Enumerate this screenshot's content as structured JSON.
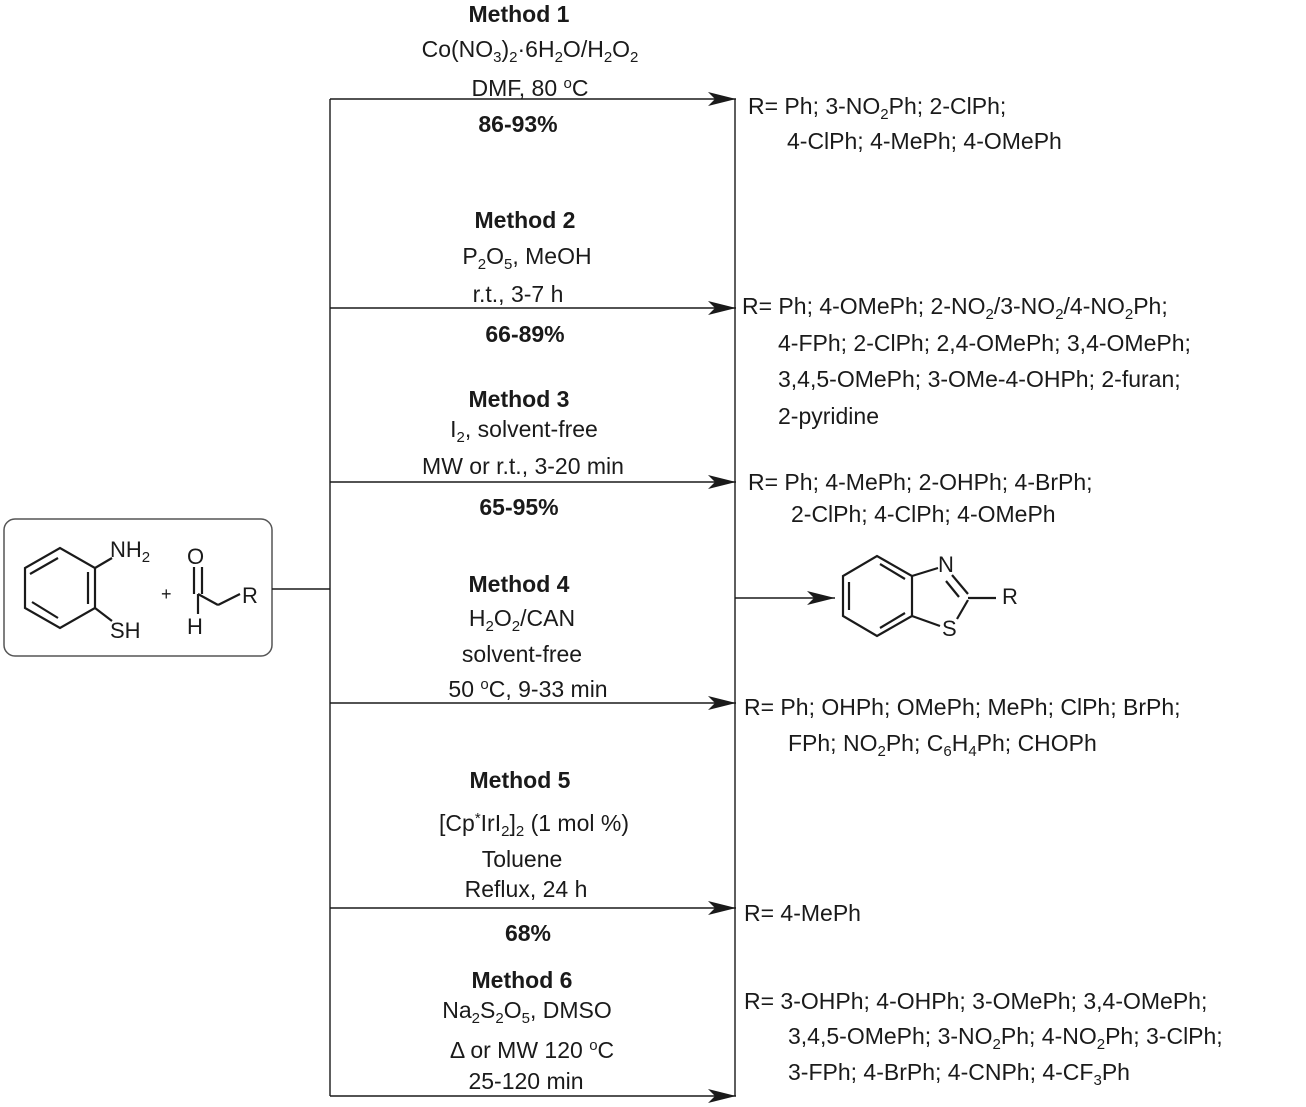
{
  "reactants": {
    "plus": "+",
    "amine_label": [
      "NH",
      "2"
    ],
    "thiol_label": "SH",
    "aldehyde_oxygen": "O",
    "aldehyde_h": "H",
    "aldehyde_r": "R"
  },
  "product": {
    "n_label": "N",
    "s_label": "S",
    "r_label": "R"
  },
  "methods": [
    {
      "name": "Method 1",
      "lines": [
        [
          "Co(NO",
          "3",
          ")",
          "2",
          "·6H",
          "2",
          "O/H",
          "2",
          "O",
          "2"
        ],
        [
          "DMF, 80 ",
          "o",
          "C"
        ]
      ],
      "yield": "86-93%",
      "substituents": [
        [
          "R= Ph; 3-NO",
          "2",
          "Ph; 2-ClPh;"
        ],
        [
          "4-ClPh; 4-MePh; 4-OMePh"
        ]
      ]
    },
    {
      "name": "Method 2",
      "lines": [
        [
          "P",
          "2",
          "O",
          "5",
          ", MeOH"
        ],
        [
          "r.t., 3-7 h"
        ]
      ],
      "yield": "66-89%",
      "substituents": [
        [
          "R= Ph; 4-OMePh; 2-NO",
          "2",
          "/3-NO",
          "2",
          "/4-NO",
          "2",
          "Ph;"
        ],
        [
          "4-FPh; 2-ClPh; 2,4-OMePh; 3,4-OMePh;"
        ],
        [
          "3,4,5-OMePh; 3-OMe-4-OHPh; 2-furan;"
        ],
        [
          "2-pyridine"
        ]
      ]
    },
    {
      "name": "Method 3",
      "lines": [
        [
          "I",
          "2",
          ", solvent-free"
        ],
        [
          "MW or r.t., 3-20 min"
        ]
      ],
      "yield": "65-95%",
      "substituents": [
        [
          "R= Ph; 4-MePh; 2-OHPh; 4-BrPh;"
        ],
        [
          "2-ClPh; 4-ClPh; 4-OMePh"
        ]
      ]
    },
    {
      "name": "Method 4",
      "lines": [
        [
          "H",
          "2",
          "O",
          "2",
          "/CAN"
        ],
        [
          "solvent-free"
        ],
        [
          "50 ",
          "o",
          "C, 9-33 min"
        ]
      ],
      "yield": "",
      "substituents": [
        [
          "R= Ph; OHPh; OMePh; MePh; ClPh; BrPh;"
        ],
        [
          "FPh; NO",
          "2",
          "Ph; C",
          "6",
          "H",
          "4",
          "Ph; CHOPh"
        ]
      ]
    },
    {
      "name": "Method 5",
      "lines": [
        [
          "[Cp",
          "*",
          "IrI",
          "2",
          "]",
          "2",
          " (1 mol %)"
        ],
        [
          "Toluene"
        ],
        [
          "Reflux, 24 h"
        ]
      ],
      "yield": "68%",
      "substituents": [
        [
          "R= 4-MePh"
        ]
      ]
    },
    {
      "name": "Method 6",
      "lines": [
        [
          "Na",
          "2",
          "S",
          "2",
          "O",
          "5",
          ", DMSO"
        ],
        [
          "Δ or MW 120 ",
          "o",
          "C"
        ],
        [
          "25-120 min"
        ]
      ],
      "yield": "",
      "substituents": [
        [
          "R= 3-OHPh; 4-OHPh; 3-OMePh; 3,4-OMePh;"
        ],
        [
          "3,4,5-OMePh; 3-NO",
          "2",
          "Ph; 4-NO",
          "2",
          "Ph; 3-ClPh;"
        ],
        [
          "3-FPh; 4-BrPh; 4-CNPh; 4-CF",
          "3",
          "Ph"
        ]
      ]
    }
  ],
  "colors": {
    "ink": "#1a1a1a",
    "box_border": "#555555"
  }
}
